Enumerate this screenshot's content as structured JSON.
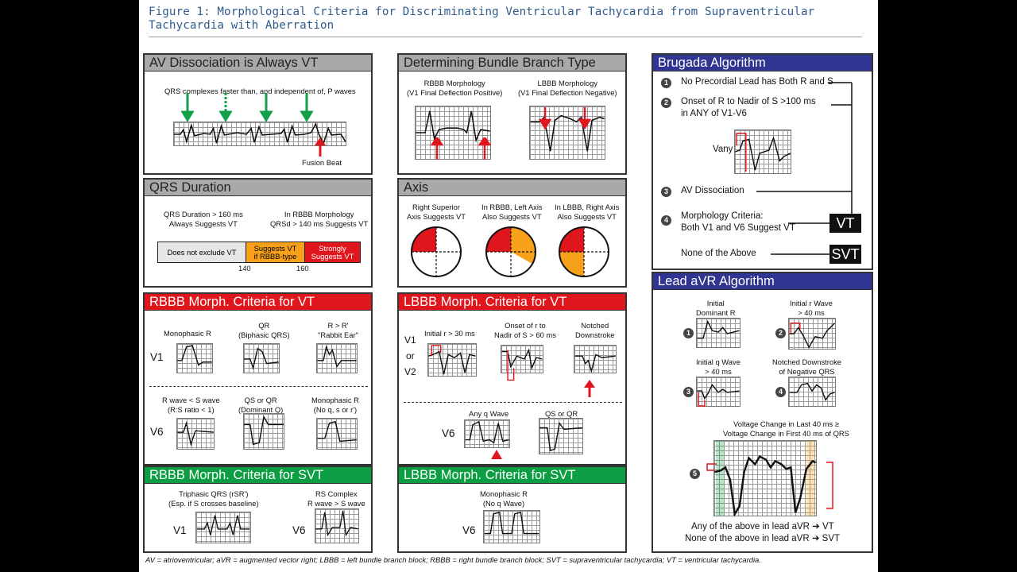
{
  "figure": {
    "title": "Figure 1: Morphological Criteria for Discriminating Ventricular Tachycardia from Supraventricular Tachycardia with Aberration",
    "footnote": "AV = atrioventricular; aVR = augmented vector right; LBBB = left bundle branch block; RBBB = right bundle branch block; SVT = supraventricular tachycardia; VT = ventricular tachycardia."
  },
  "colors": {
    "title": "#2e5b8c",
    "red": "#e0161d",
    "green": "#0d9e43",
    "blue": "#2f3590",
    "gray": "#a9a9a9",
    "orange": "#f7a11a",
    "arrow_green": "#12a04a"
  },
  "av_dissociation": {
    "header": "AV Dissociation is Always VT",
    "caption": "QRS complexes faster than, and independent of, P waves",
    "fusion_label": "Fusion Beat"
  },
  "qrs_duration": {
    "header": "QRS Duration",
    "left_text": "QRS Duration > 160 ms\nAlways Suggests VT",
    "right_text": "In RBBB Morphology\nQRSd > 140 ms Suggests VT",
    "bar": {
      "seg1": "Does not exclude VT",
      "seg2": "Suggests VT\nif RBBB-type",
      "seg3": "Strongly\nSuggests VT"
    },
    "tick1": "140",
    "tick2": "160"
  },
  "rbbb_vt": {
    "header": "RBBB Morph. Criteria for VT",
    "lead_top": "V1",
    "lead_bottom": "V6",
    "top": [
      "Monophasic R",
      "QR\n(Biphasic QRS)",
      "R > R'\n\"Rabbit Ear\""
    ],
    "bottom": [
      "R wave < S wave\n(R:S ratio < 1)",
      "QS or QR\n(Dominant Q)",
      "Monophasic R\n(No q, s or r')"
    ]
  },
  "rbbb_svt": {
    "header": "RBBB Morph. Criteria for SVT",
    "lead_left": "V1",
    "lead_right": "V6",
    "left": "Triphasic QRS (rSR')\n(Esp. if S crosses baseline)",
    "right": "RS Complex\nR wave > S wave"
  },
  "bundle_branch": {
    "header": "Determining Bundle Branch Type",
    "rbbb": "RBBB Morphology\n(V1 Final Deflection Positive)",
    "lbbb": "LBBB Morphology\n(V1 Final Deflection Negative)"
  },
  "axis": {
    "header": "Axis",
    "items": [
      "Right Superior\nAxis Suggests VT",
      "In RBBB, Left Axis\nAlso Suggests VT",
      "In LBBB, Right Axis\nAlso Suggests VT"
    ]
  },
  "lbbb_vt": {
    "header": "LBBB Morph. Criteria for VT",
    "lead_top": "V1\nor\nV2",
    "lead_bottom": "V6",
    "top": [
      "Initial r > 30 ms",
      "Onset of r to\nNadir of S > 60 ms",
      "Notched\nDownstroke"
    ],
    "bottom": [
      "Any q Wave",
      "QS or QR"
    ]
  },
  "lbbb_svt": {
    "header": "LBBB Morph. Criteria for SVT",
    "lead": "V6",
    "item": "Monophasic R\n(No q Wave)"
  },
  "brugada": {
    "header": "Brugada Algorithm",
    "steps": [
      {
        "n": "1",
        "text": "No Precordial Lead has Both R and S"
      },
      {
        "n": "2",
        "text": "Onset of R to Nadir of S >100 ms\nin ANY of V1-V6"
      },
      {
        "n": "3",
        "text": "AV Dissociation"
      },
      {
        "n": "4",
        "text": "Morphology Criteria:\nBoth V1 and V6 Suggest VT"
      }
    ],
    "vany": "Vany",
    "none": "None of the Above",
    "vt": "VT",
    "svt": "SVT"
  },
  "avr": {
    "header": "Lead aVR Algorithm",
    "items": [
      {
        "n": "1",
        "text": "Initial\nDominant R"
      },
      {
        "n": "2",
        "text": "Initial r Wave\n> 40 ms"
      },
      {
        "n": "3",
        "text": "Initial q Wave\n> 40 ms"
      },
      {
        "n": "4",
        "text": "Notched Downstroke\nof Negative QRS"
      },
      {
        "n": "5",
        "text": "Voltage Change in Last 40 ms ≥\nVoltage Change in First 40 ms of QRS"
      }
    ],
    "conclusion1": "Any of the above in lead aVR ➔ VT",
    "conclusion2": "None of the above in lead aVR ➔ SVT"
  }
}
